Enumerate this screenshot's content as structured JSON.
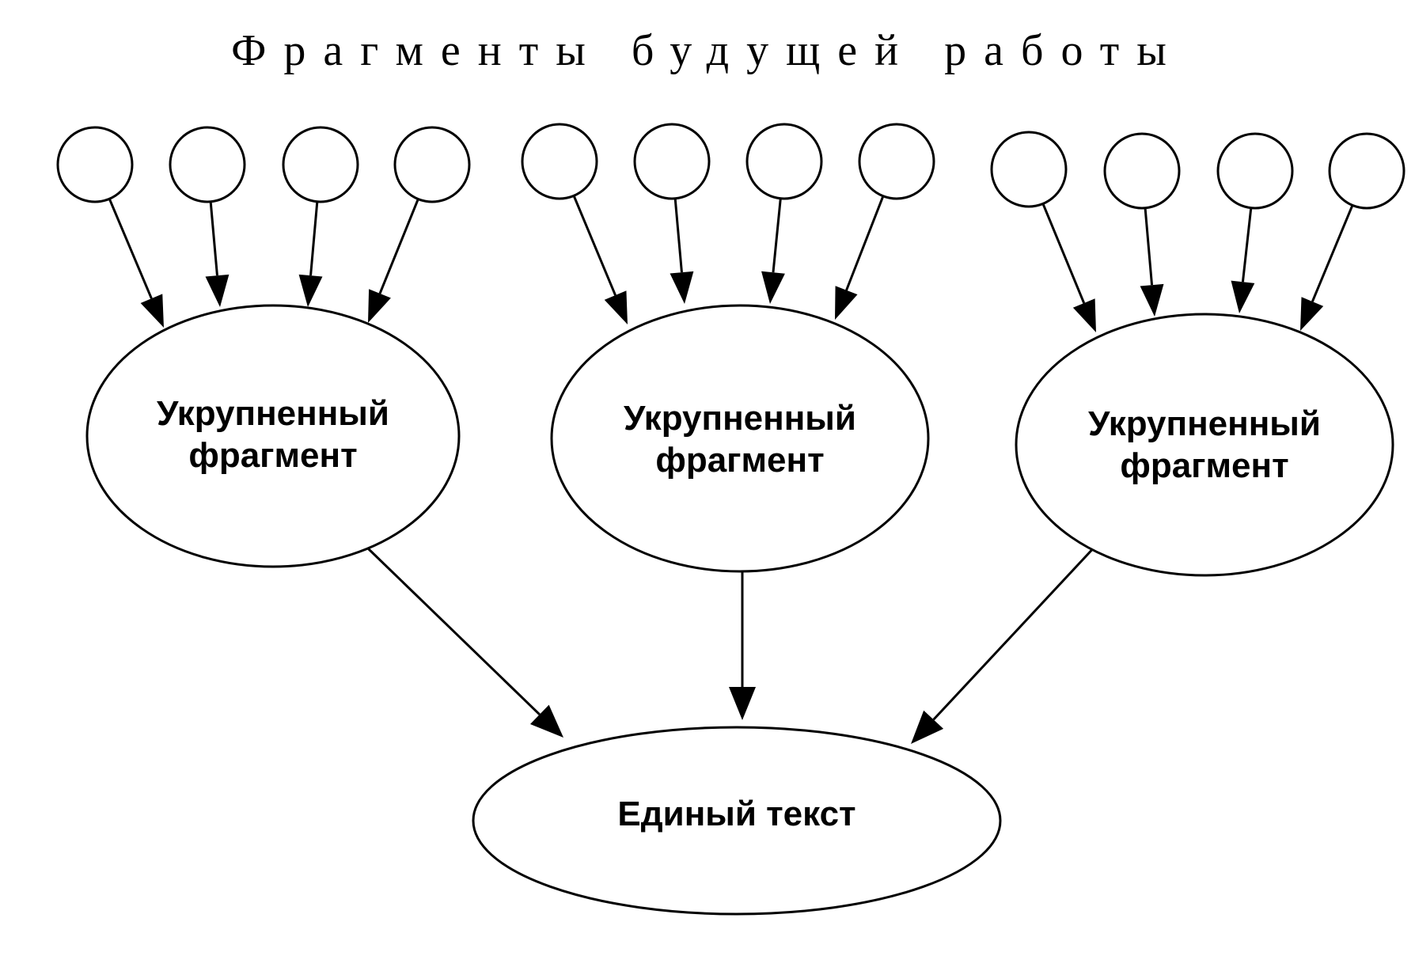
{
  "diagram": {
    "title": "Фрагменты будущей работы",
    "groups": [
      {
        "label_line1": "Укрупненный",
        "label_line2": "фрагмент",
        "source_count": 4
      },
      {
        "label_line1": "Укрупненный",
        "label_line2": "фрагмент",
        "source_count": 4
      },
      {
        "label_line1": "Укрупненный",
        "label_line2": "фрагмент",
        "source_count": 4
      }
    ],
    "result": {
      "label": "Единый текст"
    },
    "colors": {
      "stroke": "#000000",
      "fill": "#ffffff"
    }
  }
}
